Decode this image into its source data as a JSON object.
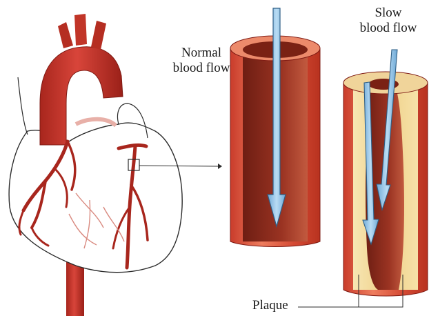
{
  "labels": {
    "normal_line1": "Normal",
    "normal_line2": "blood flow",
    "slow_line1": "Slow",
    "slow_line2": "blood flow",
    "plaque": "Plaque"
  },
  "colors": {
    "artery_red": "#c6392c",
    "artery_dark": "#8e1f18",
    "vessel_wall": "#d9543f",
    "vessel_wall_light": "#ee8a6a",
    "lumen_dark": "#8a2b1d",
    "plaque_yellow": "#f3dfa4",
    "flow_arrow_blue": "#8fc4ea",
    "flow_arrow_stroke": "#2f5f86",
    "outline": "#2b2b2b"
  },
  "icons": [
    "flow-arrow",
    "callout-box",
    "leader-line"
  ]
}
